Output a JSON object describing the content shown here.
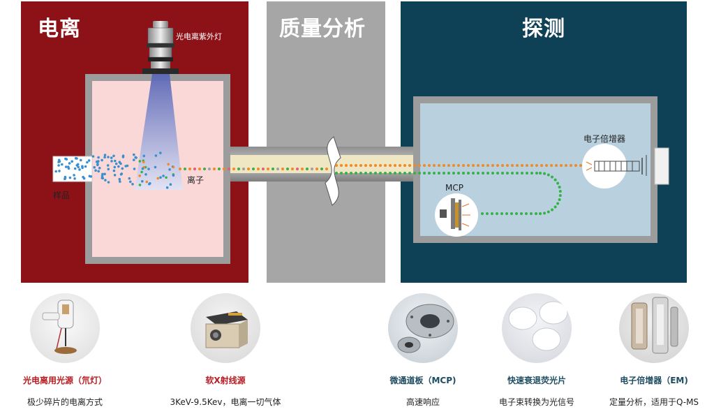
{
  "sections": {
    "ionization": "电离",
    "mass_analysis": "质量分析",
    "detection": "探测"
  },
  "labels": {
    "uv_lamp": "光电离紫外灯",
    "sample": "样品",
    "ions": "离子",
    "electron_multiplier": "电子倍增器",
    "mcp": "MCP"
  },
  "colors": {
    "ionization_bg": "#8c1218",
    "mass_bg": "#a6a6a6",
    "detection_bg": "#0e4156",
    "ionization_title": "#b81c22",
    "detection_title": "#1f4c61"
  },
  "products": [
    {
      "name": "光电离用光源（氘灯）",
      "desc": "极少碎片的电离方式",
      "icon": "deuterium-lamp-icon",
      "color": "#b81c22"
    },
    {
      "name": "软X射线源",
      "desc": "3KeV-9.5Kev，电离一切气体",
      "icon": "soft-xray-source-icon",
      "color": "#b81c22"
    },
    {
      "name": "微通道板（MCP)",
      "desc": "高速响应",
      "icon": "mcp-assembly-icon",
      "color": "#1f4c61"
    },
    {
      "name": "快速衰退荧光片",
      "desc": "电子束转换为光信号",
      "icon": "phosphor-plates-icon",
      "color": "#1f4c61"
    },
    {
      "name": "电子倍增器（EM)",
      "desc": "定量分析，适用于Q-MS",
      "icon": "electron-multiplier-icon",
      "color": "#1f4c61"
    }
  ]
}
